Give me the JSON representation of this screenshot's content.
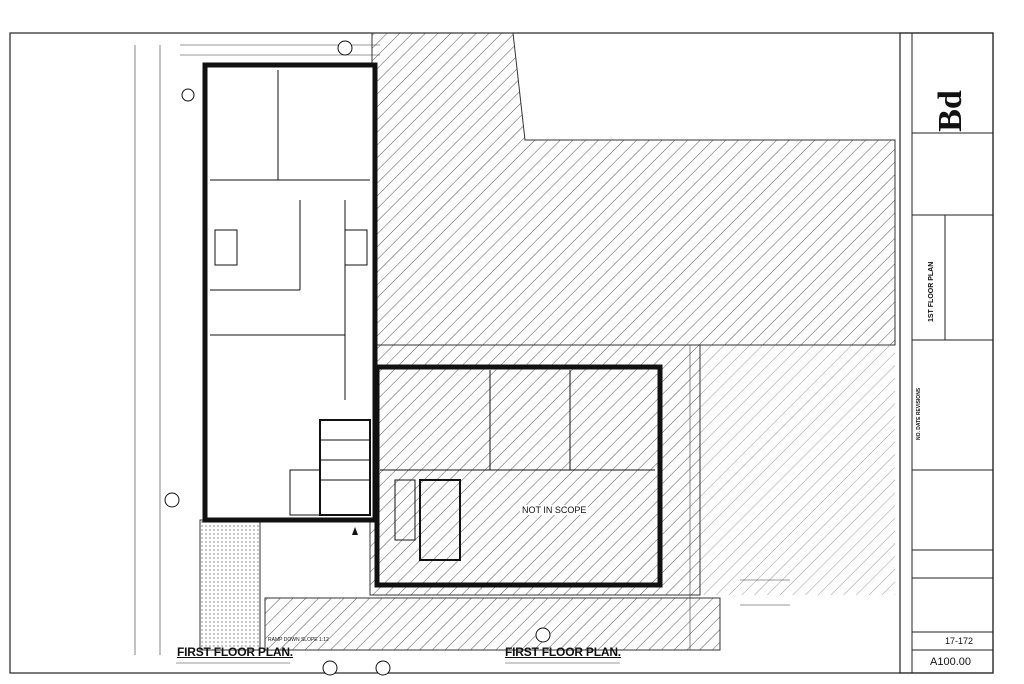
{
  "drawing": {
    "plan_titles": [
      "FIRST FLOOR PLAN.",
      "FIRST FLOOR PLAN."
    ],
    "not_in_scope": "NOT IN SCOPE",
    "ramp_note": "RAMP DOWN SLOPE 1:12"
  },
  "title_block": {
    "logo": "Bd",
    "sheet_title": "1ST FLOOR PLAN",
    "revisions_header": "NO. DATE REVISIONS",
    "job_number": "17-172",
    "drawing_number": "A100.00"
  }
}
